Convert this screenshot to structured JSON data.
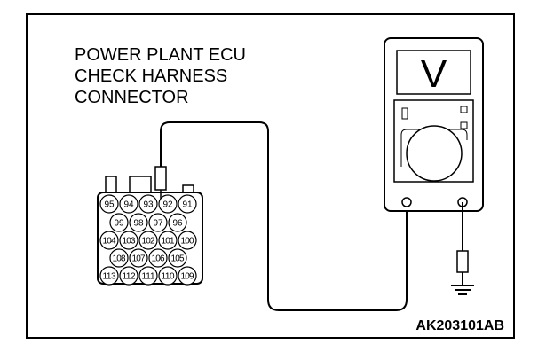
{
  "title": {
    "lines": [
      "POWER PLANT ECU",
      "CHECK HARNESS",
      "CONNECTOR"
    ]
  },
  "figure_code": "AK203101AB",
  "meter": {
    "display_symbol": "V",
    "icon": "voltmeter-icon"
  },
  "connector": {
    "rows": [
      [
        "95",
        "94",
        "93",
        "92",
        "91"
      ],
      [
        "99",
        "98",
        "97",
        "96"
      ],
      [
        "104",
        "103",
        "102",
        "101",
        "100"
      ],
      [
        "108",
        "107",
        "106",
        "105"
      ],
      [
        "113",
        "112",
        "111",
        "110",
        "109"
      ]
    ]
  },
  "ground": {
    "icon": "ground-symbol-icon"
  }
}
